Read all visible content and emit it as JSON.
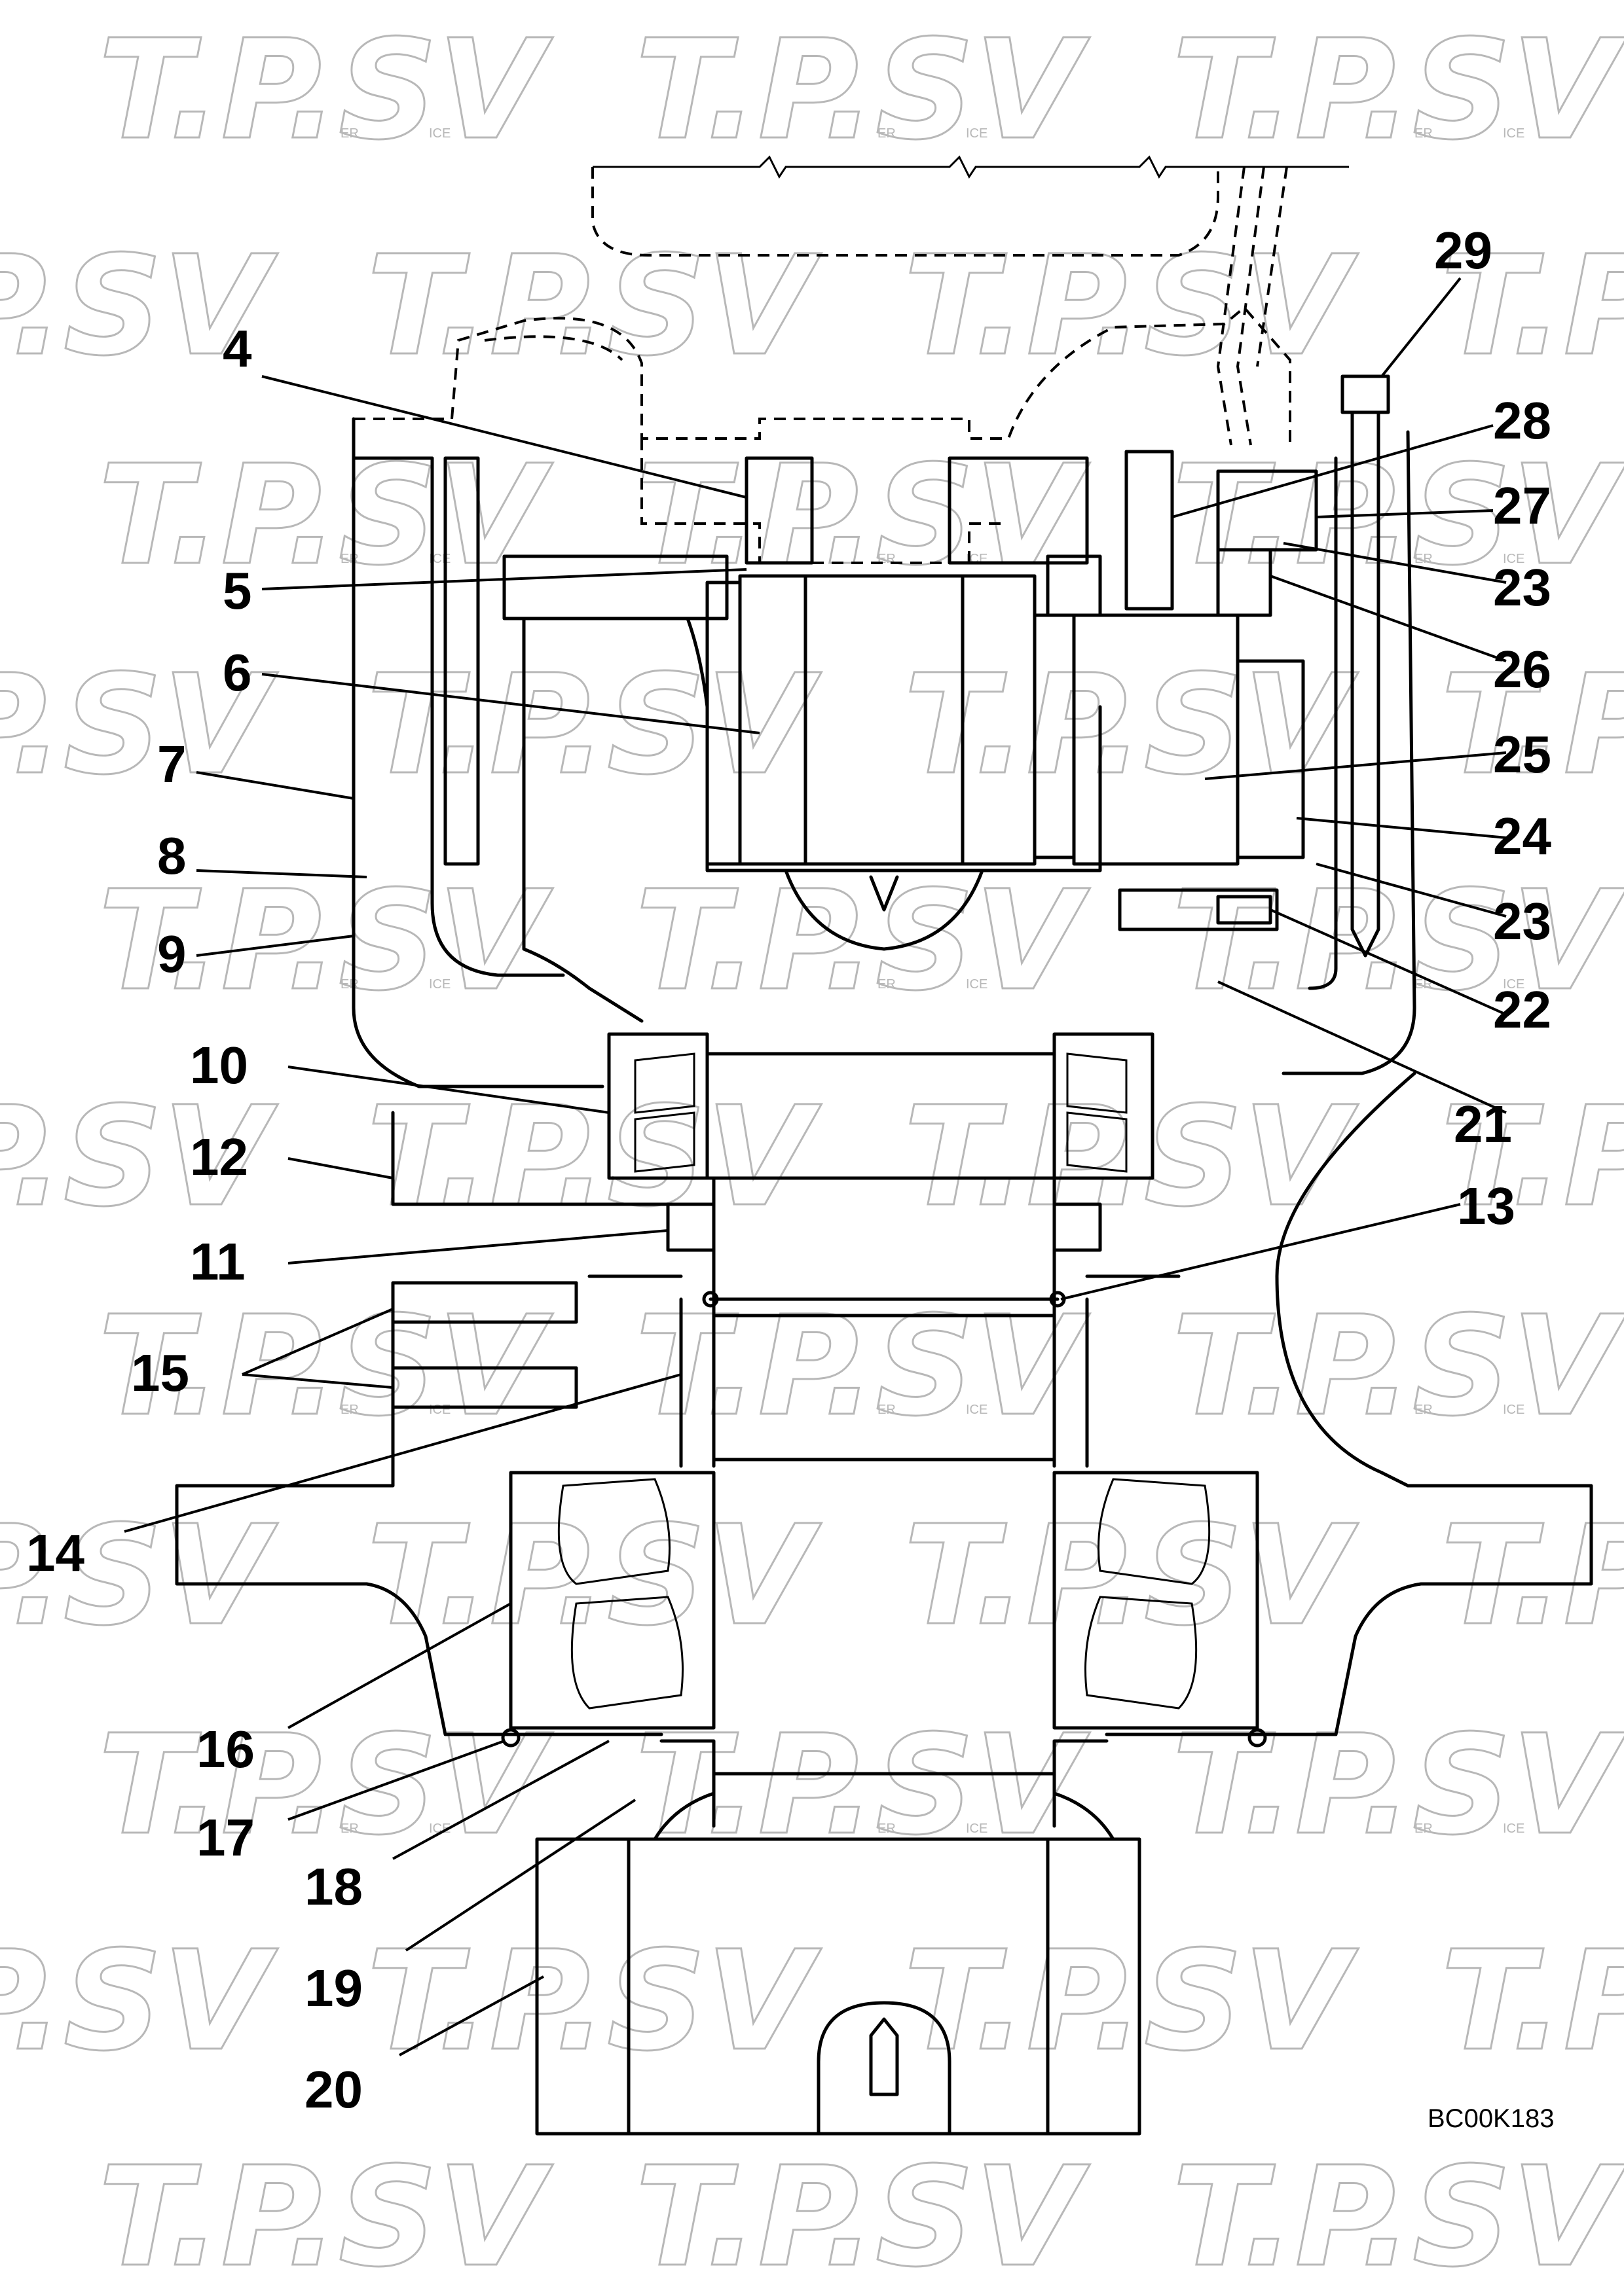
{
  "watermark": {
    "text": "T.P.SV",
    "sub_left": "ER",
    "sub_right": "ICE",
    "color": "#b8b8b8"
  },
  "drawing_code": "BC00K183",
  "callouts": {
    "p4": "4",
    "p5": "5",
    "p6": "6",
    "p7": "7",
    "p8": "8",
    "p9": "9",
    "p10": "10",
    "p11": "11",
    "p12": "12",
    "p13": "13",
    "p14": "14",
    "p15": "15",
    "p16": "16",
    "p17": "17",
    "p18": "18",
    "p19": "19",
    "p20": "20",
    "p21": "21",
    "p22": "22",
    "p23a": "23",
    "p23b": "23",
    "p24": "24",
    "p25": "25",
    "p26": "26",
    "p27": "27",
    "p28": "28",
    "p29": "29"
  }
}
